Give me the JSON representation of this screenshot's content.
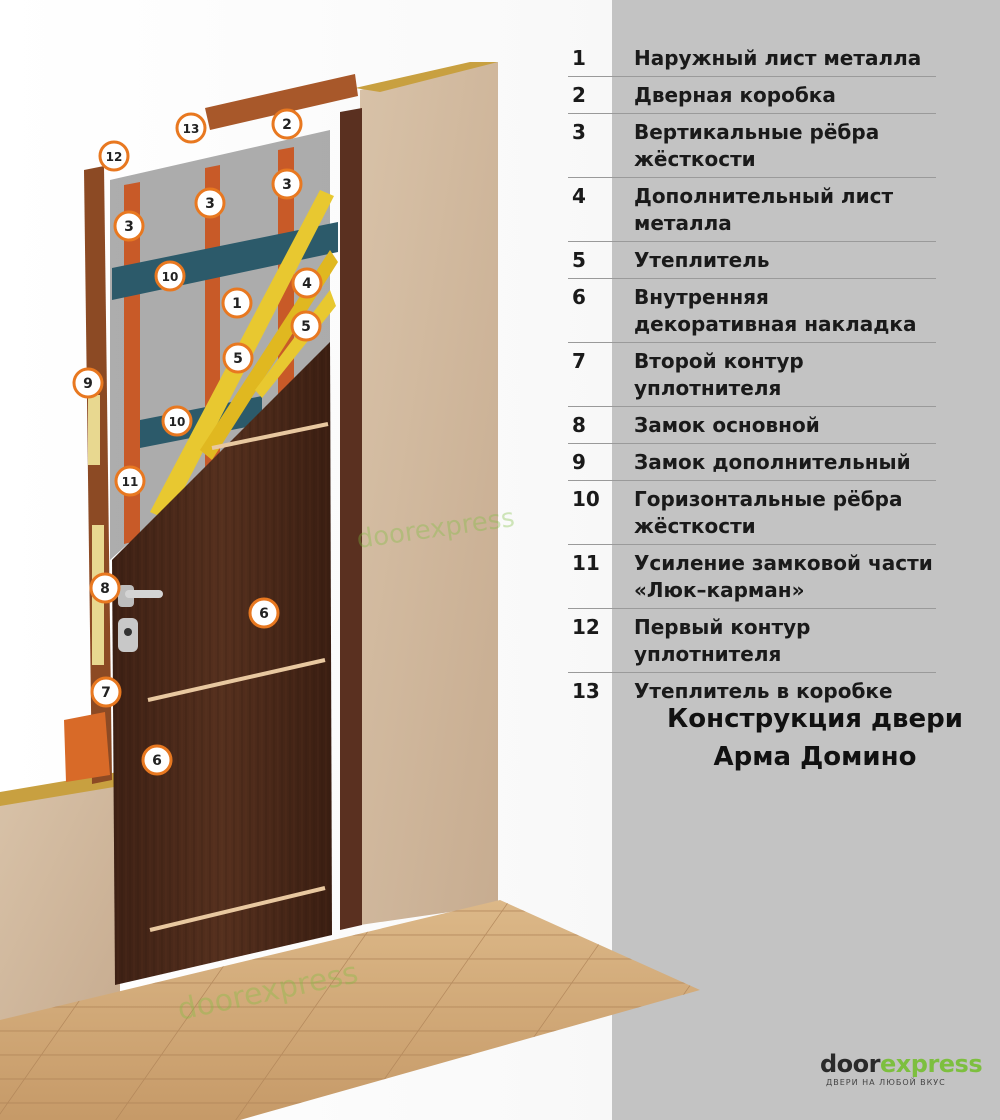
{
  "legend": [
    {
      "num": "1",
      "label": "Наружный лист металла"
    },
    {
      "num": "2",
      "label": "Дверная коробка"
    },
    {
      "num": "3",
      "label": "Вертикальные рёбра жёсткости"
    },
    {
      "num": "4",
      "label": "Дополнительный лист металла"
    },
    {
      "num": "5",
      "label": "Утеплитель"
    },
    {
      "num": "6",
      "label": "Внутренняя декоративная накладка"
    },
    {
      "num": "7",
      "label": "Второй контур уплотнителя"
    },
    {
      "num": "8",
      "label": "Замок основной"
    },
    {
      "num": "9",
      "label": "Замок дополнительный"
    },
    {
      "num": "10",
      "label": "Горизонтальные рёбра жёсткости"
    },
    {
      "num": "11",
      "label": "Усиление замковой части «Люк–карман»"
    },
    {
      "num": "12",
      "label": "Первый контур уплотнителя"
    },
    {
      "num": "13",
      "label": "Утеплитель в коробке"
    }
  ],
  "title_line1": "Конструкция двери",
  "title_line2": "Арма Домино",
  "markers": [
    "13",
    "2",
    "12",
    "3",
    "3",
    "3",
    "10",
    "4",
    "1",
    "5",
    "5",
    "9",
    "10",
    "11",
    "8",
    "6",
    "7",
    "6"
  ],
  "logo": {
    "door": "door",
    "express": "express",
    "tagline": "ДВЕРИ НА ЛЮБОЙ ВКУС"
  },
  "watermark": {
    "door": "door",
    "express": "express"
  },
  "colors": {
    "panel": "#c3c3c3",
    "wall": "#cdb49a",
    "door": "#4a2818",
    "rib_vertical": "#c85a28",
    "rib_horizontal": "#2c5a6a",
    "insulation": "#e8c830",
    "floor": "#d2a878",
    "marker_ring": "#e87820",
    "logo_green": "#7dbf3f"
  }
}
